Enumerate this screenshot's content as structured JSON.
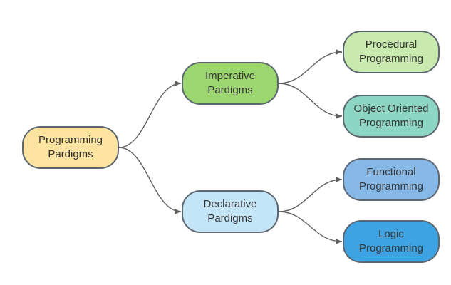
{
  "nodes": {
    "root": {
      "label": "Programming\nPardigms",
      "color": "#fde3a0"
    },
    "imperative": {
      "label": "Imperative\nPardigms",
      "color": "#9cd66f"
    },
    "declarative": {
      "label": "Declarative\nPardigms",
      "color": "#c4e4f8"
    },
    "procedural": {
      "label": "Procedural\nProgramming",
      "color": "#c8eaae"
    },
    "object_oriented": {
      "label": "Object Oriented\nProgramming",
      "color": "#8ed6c4"
    },
    "functional": {
      "label": "Functional\nProgramming",
      "color": "#87b9e8"
    },
    "logic": {
      "label": "Logic\nProgramming",
      "color": "#3ea3e2"
    }
  },
  "edges": [
    {
      "from": "root",
      "to": "imperative"
    },
    {
      "from": "root",
      "to": "declarative"
    },
    {
      "from": "imperative",
      "to": "procedural"
    },
    {
      "from": "imperative",
      "to": "object_oriented"
    },
    {
      "from": "declarative",
      "to": "functional"
    },
    {
      "from": "declarative",
      "to": "logic"
    }
  ],
  "colors": {
    "connector": "#5f5f5f",
    "node_border": "#5c6670",
    "text": "#333333"
  }
}
